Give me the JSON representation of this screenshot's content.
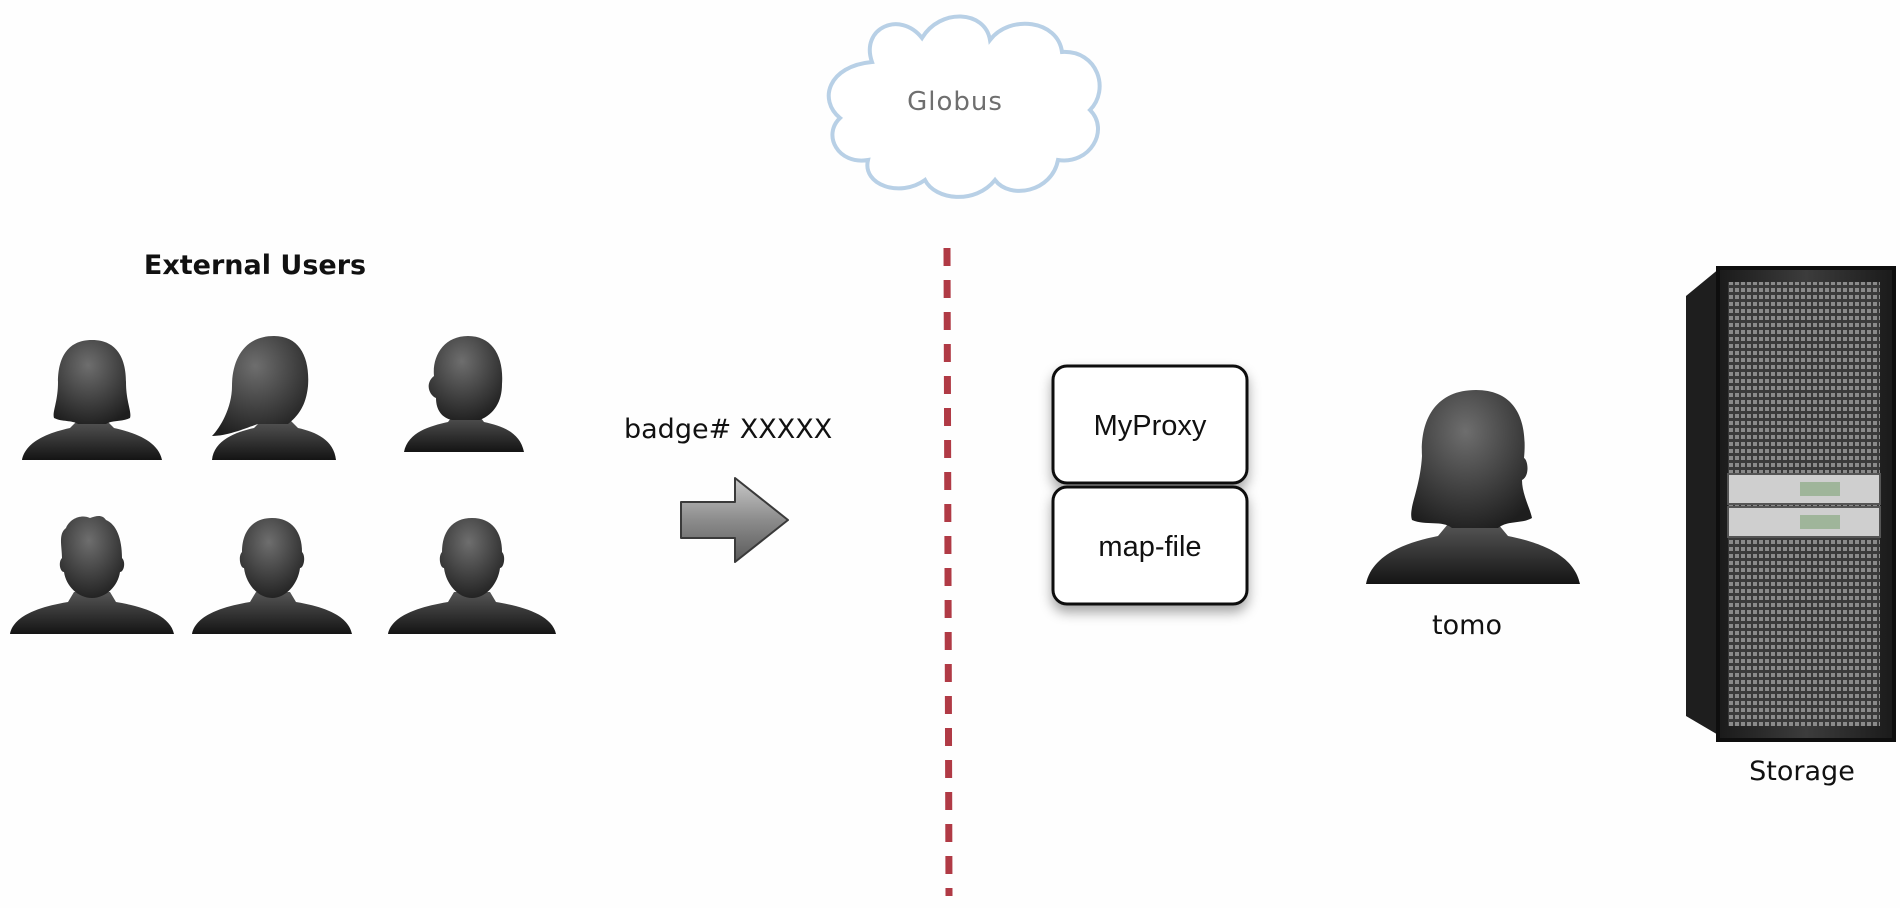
{
  "cloud": {
    "label": "Globus"
  },
  "external_users": {
    "title": "External Users"
  },
  "badge": {
    "label": "badge# XXXXX"
  },
  "boxes": {
    "top_label": "MyProxy",
    "bottom_label": "map-file"
  },
  "local_user": {
    "label": "tomo"
  },
  "storage": {
    "label": "Storage"
  },
  "colors": {
    "cloud_stroke": "#b8d0e6",
    "divider": "#b03a45",
    "silhouette": "#2a2a2a",
    "arrow": "#8a8a8a"
  }
}
